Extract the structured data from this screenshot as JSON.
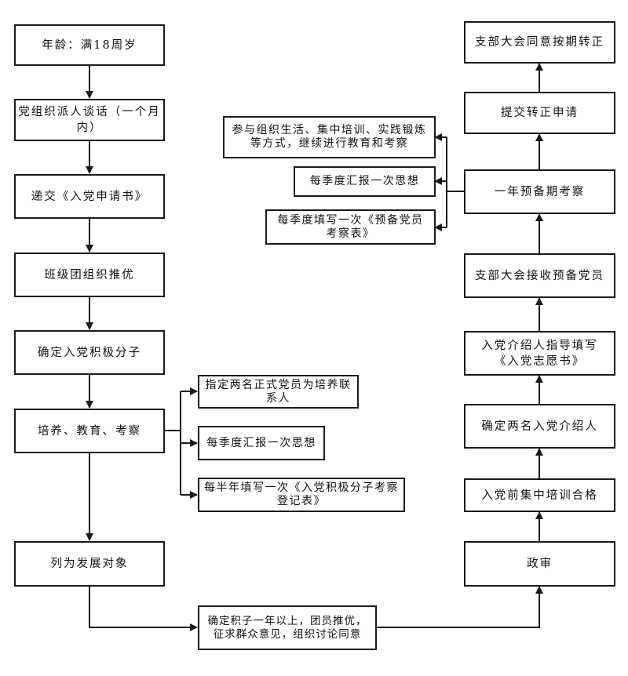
{
  "diagram": {
    "left_column": [
      {
        "id": "age",
        "text": "年龄：满18周岁"
      },
      {
        "id": "talk",
        "text": "党组织派人谈话（一个月内）"
      },
      {
        "id": "apply",
        "text": "递交《入党申请书》"
      },
      {
        "id": "recommend",
        "text": "班级团组织推优"
      },
      {
        "id": "activist",
        "text": "确定入党积极分子"
      },
      {
        "id": "cultivate",
        "text": "培养、教育、考察"
      },
      {
        "id": "develop",
        "text": "列为发展对象"
      }
    ],
    "cultivate_branches": [
      {
        "id": "contacts",
        "text": "指定两名正式党员为培养联系人"
      },
      {
        "id": "report_quarterly",
        "text": "每季度汇报一次思想"
      },
      {
        "id": "halfyear_form",
        "text": "每半年填写一次《入党积极分子考察登记表》"
      }
    ],
    "bottom_bridge": {
      "id": "approval",
      "text": "确定积子一年以上，团员推优，征求群众意见，组织讨论同意"
    },
    "right_column": [
      {
        "id": "review",
        "text": "政审"
      },
      {
        "id": "training",
        "text": "入党前集中培训合格"
      },
      {
        "id": "introducers",
        "text": "确定两名入党介绍人"
      },
      {
        "id": "volunteer_form",
        "text": "入党介绍人指导填写《入党志愿书》"
      },
      {
        "id": "accept_probationary",
        "text": "支部大会接收预备党员"
      },
      {
        "id": "probation",
        "text": "一年预备期考察"
      },
      {
        "id": "submit_regular",
        "text": "提交转正申请"
      },
      {
        "id": "approve_regular",
        "text": "支部大会同意按期转正"
      }
    ],
    "probation_branches": [
      {
        "id": "continue_edu",
        "text": "参与组织生活、集中培训、实践锻炼等方式，继续进行教育和考察"
      },
      {
        "id": "report_quarterly_2",
        "text": "每季度汇报一次思想"
      },
      {
        "id": "quarterly_form",
        "text": "每季度填写一次《预备党员考察表》"
      }
    ],
    "colors": {
      "line": "#1a1a1a",
      "background": "#ffffff"
    }
  }
}
